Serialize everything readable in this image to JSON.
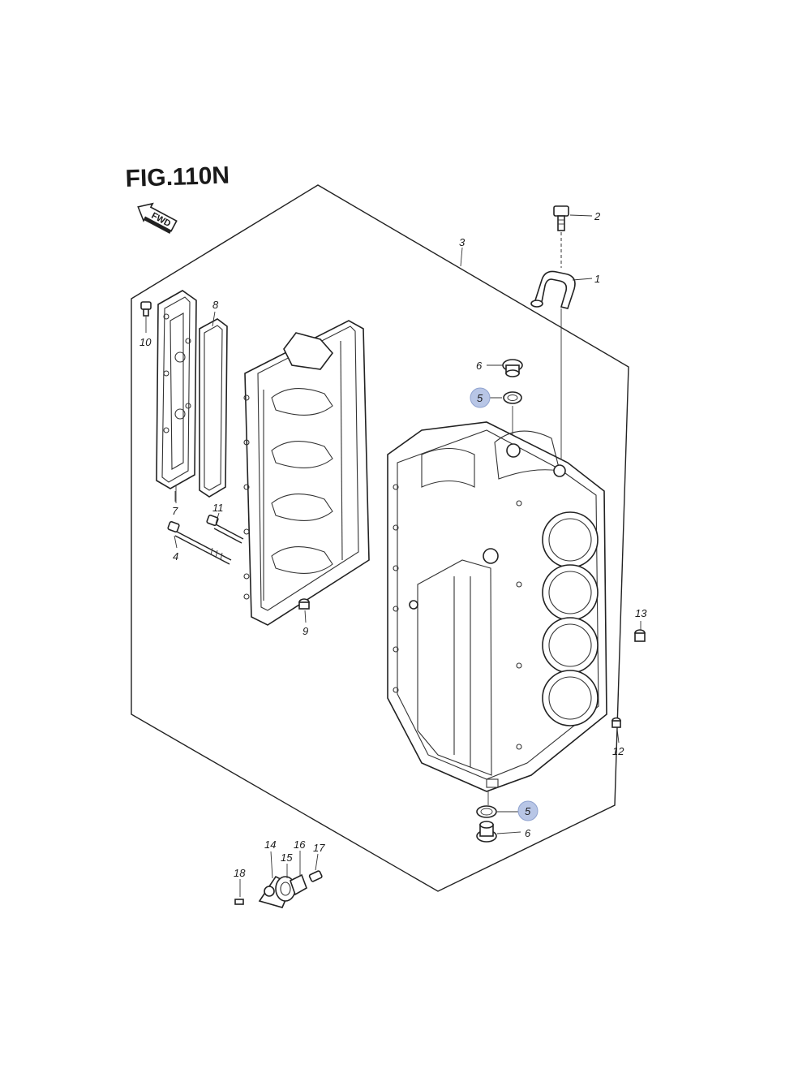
{
  "figure": {
    "title": "FIG.110N",
    "direction_label": "FWD"
  },
  "callouts": [
    {
      "id": "c1",
      "label": "1"
    },
    {
      "id": "c2",
      "label": "2"
    },
    {
      "id": "c3",
      "label": "3"
    },
    {
      "id": "c4",
      "label": "4"
    },
    {
      "id": "c5a",
      "label": "5",
      "highlighted": true
    },
    {
      "id": "c5b",
      "label": "5",
      "highlighted": true
    },
    {
      "id": "c6a",
      "label": "6"
    },
    {
      "id": "c6b",
      "label": "6"
    },
    {
      "id": "c7",
      "label": "7"
    },
    {
      "id": "c8",
      "label": "8"
    },
    {
      "id": "c9",
      "label": "9"
    },
    {
      "id": "c10",
      "label": "10"
    },
    {
      "id": "c11",
      "label": "11"
    },
    {
      "id": "c12",
      "label": "12"
    },
    {
      "id": "c13",
      "label": "13"
    },
    {
      "id": "c14",
      "label": "14"
    },
    {
      "id": "c15",
      "label": "15"
    },
    {
      "id": "c16",
      "label": "16"
    },
    {
      "id": "c17",
      "label": "17"
    },
    {
      "id": "c18",
      "label": "18"
    }
  ],
  "colors": {
    "highlight": "#b8c6e6",
    "line": "#222222"
  }
}
